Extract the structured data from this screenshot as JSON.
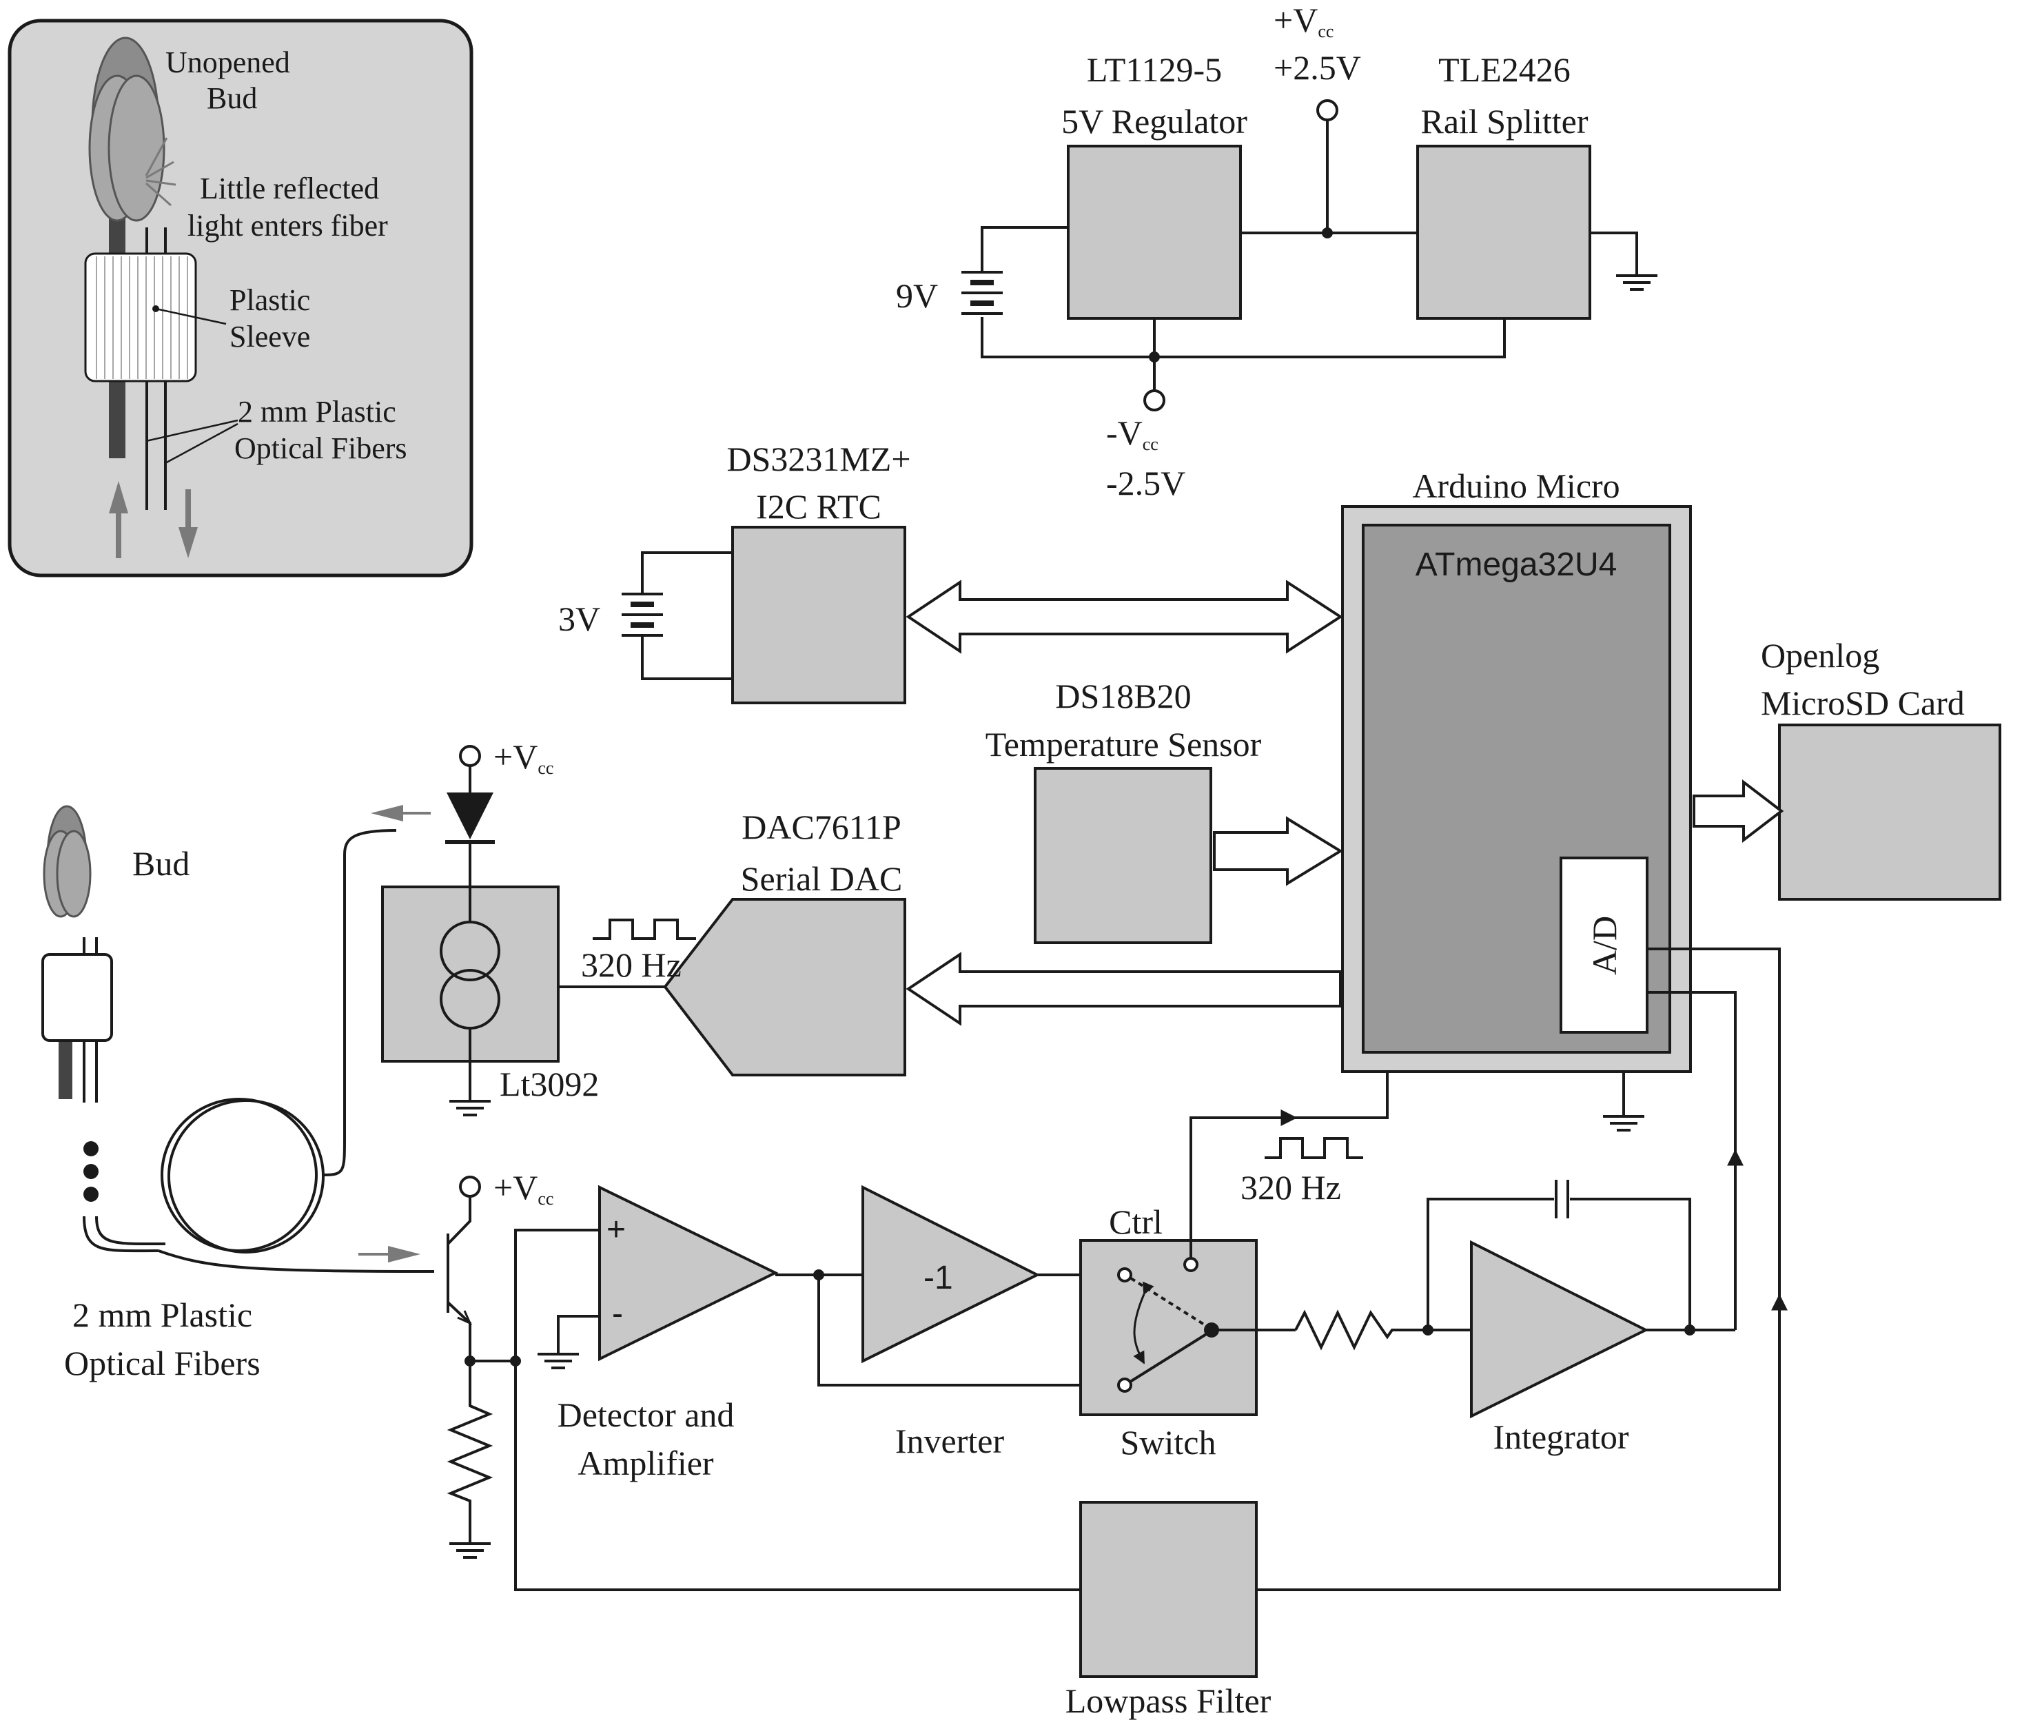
{
  "colors": {
    "block_fill": "#c8c8c8",
    "inset_background": "#d4d4d4",
    "microcontroller_core": "#9a9a9a",
    "arrow_gray": "#7a7a7a",
    "line": "#1a1a1a"
  },
  "inset": {
    "unopened_bud_line1": "Unopened",
    "unopened_bud_line2": "Bud",
    "reflected_line1": "Little reflected",
    "reflected_line2": "light enters fiber",
    "sleeve_line1": "Plastic",
    "sleeve_line2": "Sleeve",
    "fibers_line1": "2 mm Plastic",
    "fibers_line2": "Optical Fibers"
  },
  "power": {
    "regulator_line1": "LT1129-5",
    "regulator_line2": "5V Regulator",
    "splitter_line1": "TLE2426",
    "splitter_line2": "Rail Splitter",
    "battery": "9V",
    "pos_rail_vcc": "+V",
    "pos_rail_vcc_sub": "cc",
    "pos_rail_value": "+2.5V",
    "neg_rail_vcc": "-V",
    "neg_rail_vcc_sub": "cc",
    "neg_rail_value": "-2.5V"
  },
  "rtc": {
    "line1": "DS3231MZ+",
    "line2": "I2C RTC",
    "battery": "3V"
  },
  "mcu": {
    "outer": "Arduino Micro",
    "inner": "ATmega32U4",
    "adc": "A/D"
  },
  "sdcard": {
    "line1": "Openlog",
    "line2": "MicroSD Card"
  },
  "temp": {
    "line1": "DS18B20",
    "line2": "Temperature Sensor"
  },
  "dac": {
    "line1": "DAC7611P",
    "line2": "Serial DAC"
  },
  "led_driver": {
    "label": "Lt3092",
    "vcc": "+V",
    "vcc_sub": "cc",
    "freq": "320 Hz"
  },
  "bud": {
    "label": "Bud",
    "fibers_line1": "2 mm Plastic",
    "fibers_line2": "Optical Fibers"
  },
  "detector": {
    "vcc": "+V",
    "vcc_sub": "cc",
    "plus": "+",
    "minus": "-",
    "line1": "Detector and",
    "line2": "Amplifier"
  },
  "inverter": {
    "symbol": "-1",
    "label": "Inverter"
  },
  "switch": {
    "ctrl": "Ctrl",
    "label": "Switch",
    "freq": "320 Hz"
  },
  "integrator": {
    "label": "Integrator"
  },
  "lowpass": {
    "label": "Lowpass Filter"
  }
}
